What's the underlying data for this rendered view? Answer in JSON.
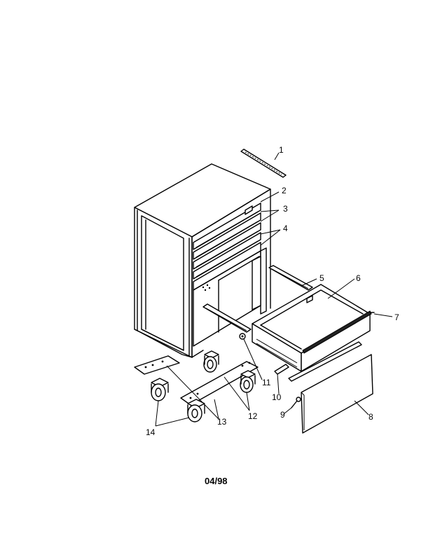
{
  "diagram": {
    "callouts": [
      "1",
      "2",
      "3",
      "4",
      "5",
      "6",
      "7",
      "8",
      "9",
      "10",
      "11",
      "12",
      "13",
      "14"
    ],
    "date_code": "04/98",
    "line_color": "#000000",
    "background_color": "#ffffff"
  }
}
